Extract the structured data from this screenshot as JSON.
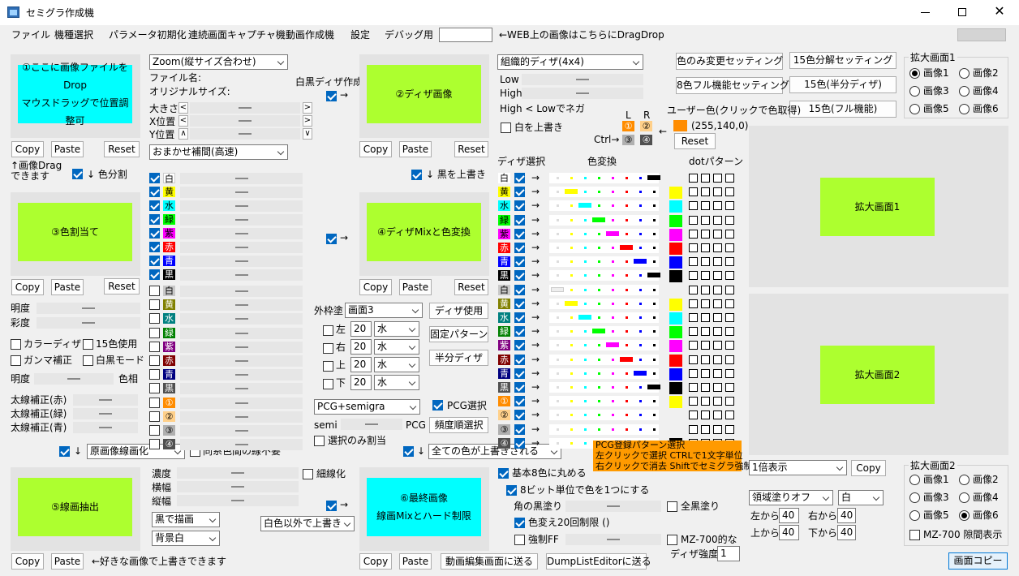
{
  "title": "セミグラ作成機",
  "menu": [
    "ファイル",
    "機種選択",
    "パラメータ初期化",
    "連続画面キャプチャ機",
    "動画作成機",
    "設定",
    "デバッグ用"
  ],
  "drop_hint": "←WEB上の画像はこちらにDragDrop",
  "panels": {
    "p1_l1": "①ここに画像ファイルをDrop",
    "p1_l2": "マウスドラッグで位置調整可",
    "p2": "②ディザ画像",
    "p3": "③色割当て",
    "p4": "④ディザMixと色変換",
    "p5": "⑤線画抽出",
    "p6_l1": "⑥最終画像",
    "p6_l2": "線画Mixとハード制限",
    "zoom1": "拡大画面1",
    "zoom2": "拡大画面2"
  },
  "btn": {
    "copy": "Copy",
    "paste": "Paste",
    "reset": "Reset"
  },
  "col1": {
    "zoom_sel": "Zoom(縦サイズ合わせ)",
    "filename": "ファイル名:",
    "orig_size": "オリジナルサイズ:",
    "size": "大きさ",
    "xpos": "X位置",
    "ypos": "Y位置",
    "interp": "おまかせ補間(高速)",
    "drag_note1": "↑画像Drag",
    "drag_note2": "できます",
    "color_split": "↓ 色分割",
    "mono_dither": "白黒ディザ作成",
    "brightness": "明度",
    "saturation": "彩度",
    "color_dither": "カラーディザ",
    "use15": "15色使用",
    "gamma": "ガンマ補正",
    "mono_mode": "白黒モード",
    "brightness2": "明度",
    "hue": "色相",
    "thick_r": "太線補正(赤)",
    "thick_g": "太線補正(緑)",
    "thick_b": "太線補正(青)",
    "lineart_sel": "原画像線画化",
    "same_line": "同系色間の線不要",
    "paste_note": "←好きな画像で上書きできます"
  },
  "colors": [
    {
      "n": "白",
      "bg": "#ffffff",
      "fg": "#000"
    },
    {
      "n": "黄",
      "bg": "#ffff00",
      "fg": "#000"
    },
    {
      "n": "水",
      "bg": "#00ffff",
      "fg": "#000"
    },
    {
      "n": "緑",
      "bg": "#00ff00",
      "fg": "#000"
    },
    {
      "n": "紫",
      "bg": "#ff00ff",
      "fg": "#000"
    },
    {
      "n": "赤",
      "bg": "#ff0000",
      "fg": "#fff"
    },
    {
      "n": "青",
      "bg": "#0000ff",
      "fg": "#fff"
    },
    {
      "n": "黒",
      "bg": "#000000",
      "fg": "#fff"
    }
  ],
  "dark_colors": [
    {
      "n": "白",
      "bg": "#c8c8c8",
      "fg": "#000"
    },
    {
      "n": "黄",
      "bg": "#808000",
      "fg": "#fff"
    },
    {
      "n": "水",
      "bg": "#008080",
      "fg": "#fff"
    },
    {
      "n": "緑",
      "bg": "#008000",
      "fg": "#fff"
    },
    {
      "n": "紫",
      "bg": "#800080",
      "fg": "#fff"
    },
    {
      "n": "赤",
      "bg": "#800000",
      "fg": "#fff"
    },
    {
      "n": "青",
      "bg": "#000080",
      "fg": "#fff"
    },
    {
      "n": "黒",
      "bg": "#505050",
      "fg": "#fff"
    },
    {
      "n": "①",
      "bg": "#ff8c00",
      "fg": "#fff"
    },
    {
      "n": "②",
      "bg": "#ffd08a",
      "fg": "#000"
    },
    {
      "n": "③",
      "bg": "#b0b0b0",
      "fg": "#000"
    },
    {
      "n": "④",
      "bg": "#505050",
      "fg": "#fff"
    }
  ],
  "col2": {
    "black_over": "↓ 黒を上書き",
    "outer_fill": "外枠塗",
    "outer_sel": "画面3",
    "left": "左",
    "right": "右",
    "top": "上",
    "bottom": "下",
    "margin_val": "20",
    "edge_color": "水",
    "dither_use": "ディザ使用",
    "fixed_pattern": "固定パターン",
    "half_dither": "半分ディザ",
    "pcg_sel": "PCG+semigra",
    "pcg_select": "PCG選択",
    "semi": "semi",
    "pcg": "PCG",
    "freq_sel": "頻度順選択",
    "sel_only": "選択のみ割当",
    "density": "濃度",
    "hwidth": "横幅",
    "vwidth": "縦幅",
    "thin": "細線化",
    "draw_black": "黒で描画",
    "bg_white": "背景白",
    "over_nonwhite": "白色以外で上書き",
    "all_over": "全ての色が上書きされる"
  },
  "col3": {
    "dither_sel": "組織的ディザ(4x4)",
    "low": "Low",
    "high": "High",
    "neg": "High < Lowでネガ",
    "white_over": "白を上書き",
    "L": "L",
    "R": "R",
    "chipL": "①",
    "chipR": "②",
    "ctrl": "Ctrl→",
    "chip3": "③",
    "chip4": "④",
    "dither_choose": "ディザ選択",
    "color_conv": "色変換",
    "dot_pattern": "dotパターン",
    "pcg_note1": "PCG登録パターン選択",
    "pcg_note2": "左クリックで選択  CTRLで1文字単位",
    "pcg_note3": "右クリックで消去  Shiftでセミグラ強制",
    "round8": "基本8色に丸める",
    "byte8": "8ビット単位で色を1つにする",
    "corner": "角の黒塗り",
    "all_black": "全黒塗り",
    "limit20": "色変え20回制限 ()",
    "force_ff": "強制FF",
    "mz700": "MZ-700的な",
    "dither_str": "ディザ強度",
    "dither_str_val": "1",
    "send_video": "動画編集画面に送る",
    "send_dump": "DumpListEditorに送る"
  },
  "top_right": {
    "color_only": "色のみ変更セッティング",
    "full8": "8色フル機能セッティング",
    "split15": "15色分解セッティング",
    "half15": "15色(半分ディザ)",
    "full15": "15色(フル機能)",
    "user_color": "ユーザー色(クリックで色取得)",
    "user_rgb": "(255,140,0)",
    "user_hex": "#ff8c00"
  },
  "zoom_group1": {
    "label": "拡大画面1",
    "opts": [
      "画像1",
      "画像2",
      "画像3",
      "画像4",
      "画像5",
      "画像6"
    ],
    "sel": 0
  },
  "zoom_group2": {
    "label": "拡大画面2",
    "opts": [
      "画像1",
      "画像2",
      "画像3",
      "画像4",
      "画像5",
      "画像6"
    ],
    "sel": 5,
    "mz": "MZ-700 隙間表示"
  },
  "zoom_ctrl": {
    "scale": "1倍表示",
    "copy": "Copy",
    "fill": "領域塗りオフ",
    "fill_color": "白",
    "from_left": "左から",
    "from_right": "右から",
    "from_top": "上から",
    "from_bottom": "下から",
    "v": "40"
  },
  "screen_copy": "画面コピー",
  "cconv_marks": [
    [
      7,
      0
    ],
    [
      1,
      1
    ],
    [
      2,
      2
    ],
    [
      3,
      3
    ],
    [
      4,
      4
    ],
    [
      5,
      5
    ],
    [
      6,
      6
    ],
    [
      7,
      7
    ],
    [
      0,
      8
    ],
    [
      1,
      9
    ],
    [
      2,
      10
    ],
    [
      3,
      11
    ],
    [
      4,
      12
    ],
    [
      5,
      13
    ],
    [
      6,
      14
    ],
    [
      7,
      15
    ]
  ]
}
